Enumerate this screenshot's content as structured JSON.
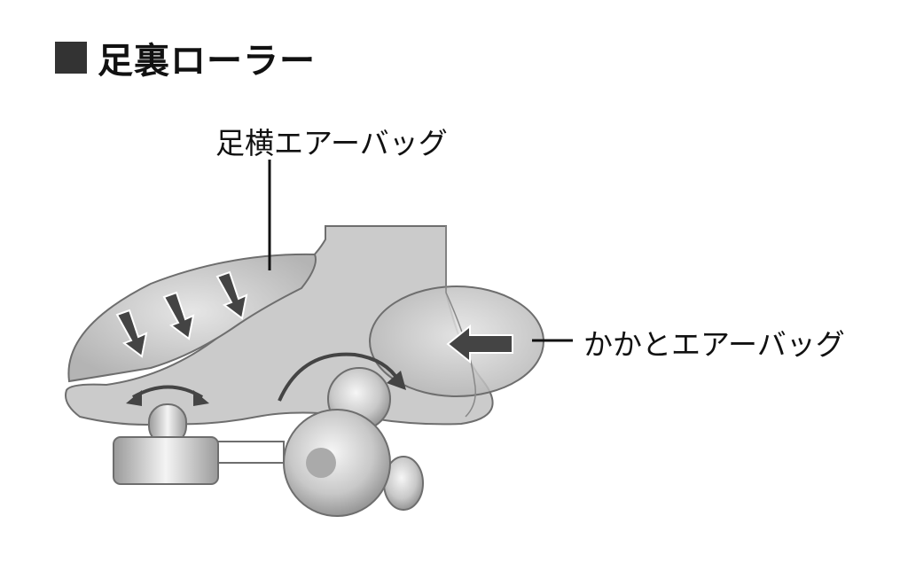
{
  "title": "足裏ローラー",
  "labels": {
    "side_airbag": "足横エアーバッグ",
    "heel_airbag": "かかとエアーバッグ"
  },
  "colors": {
    "foot": "#cbcbcb",
    "outline": "#6e6e6e",
    "arrow": "#444444"
  }
}
